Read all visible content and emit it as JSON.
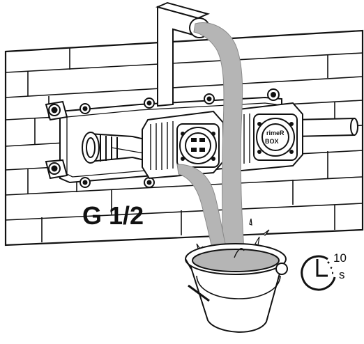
{
  "thread_label": "G 1/2",
  "timer": {
    "value": "10",
    "unit": "s",
    "icon": "clock-icon"
  },
  "box_logo": {
    "line1": "rimeR",
    "line2": "BOX"
  },
  "colors": {
    "water": "#b5b5b5",
    "line": "#111111",
    "background": "#ffffff"
  }
}
